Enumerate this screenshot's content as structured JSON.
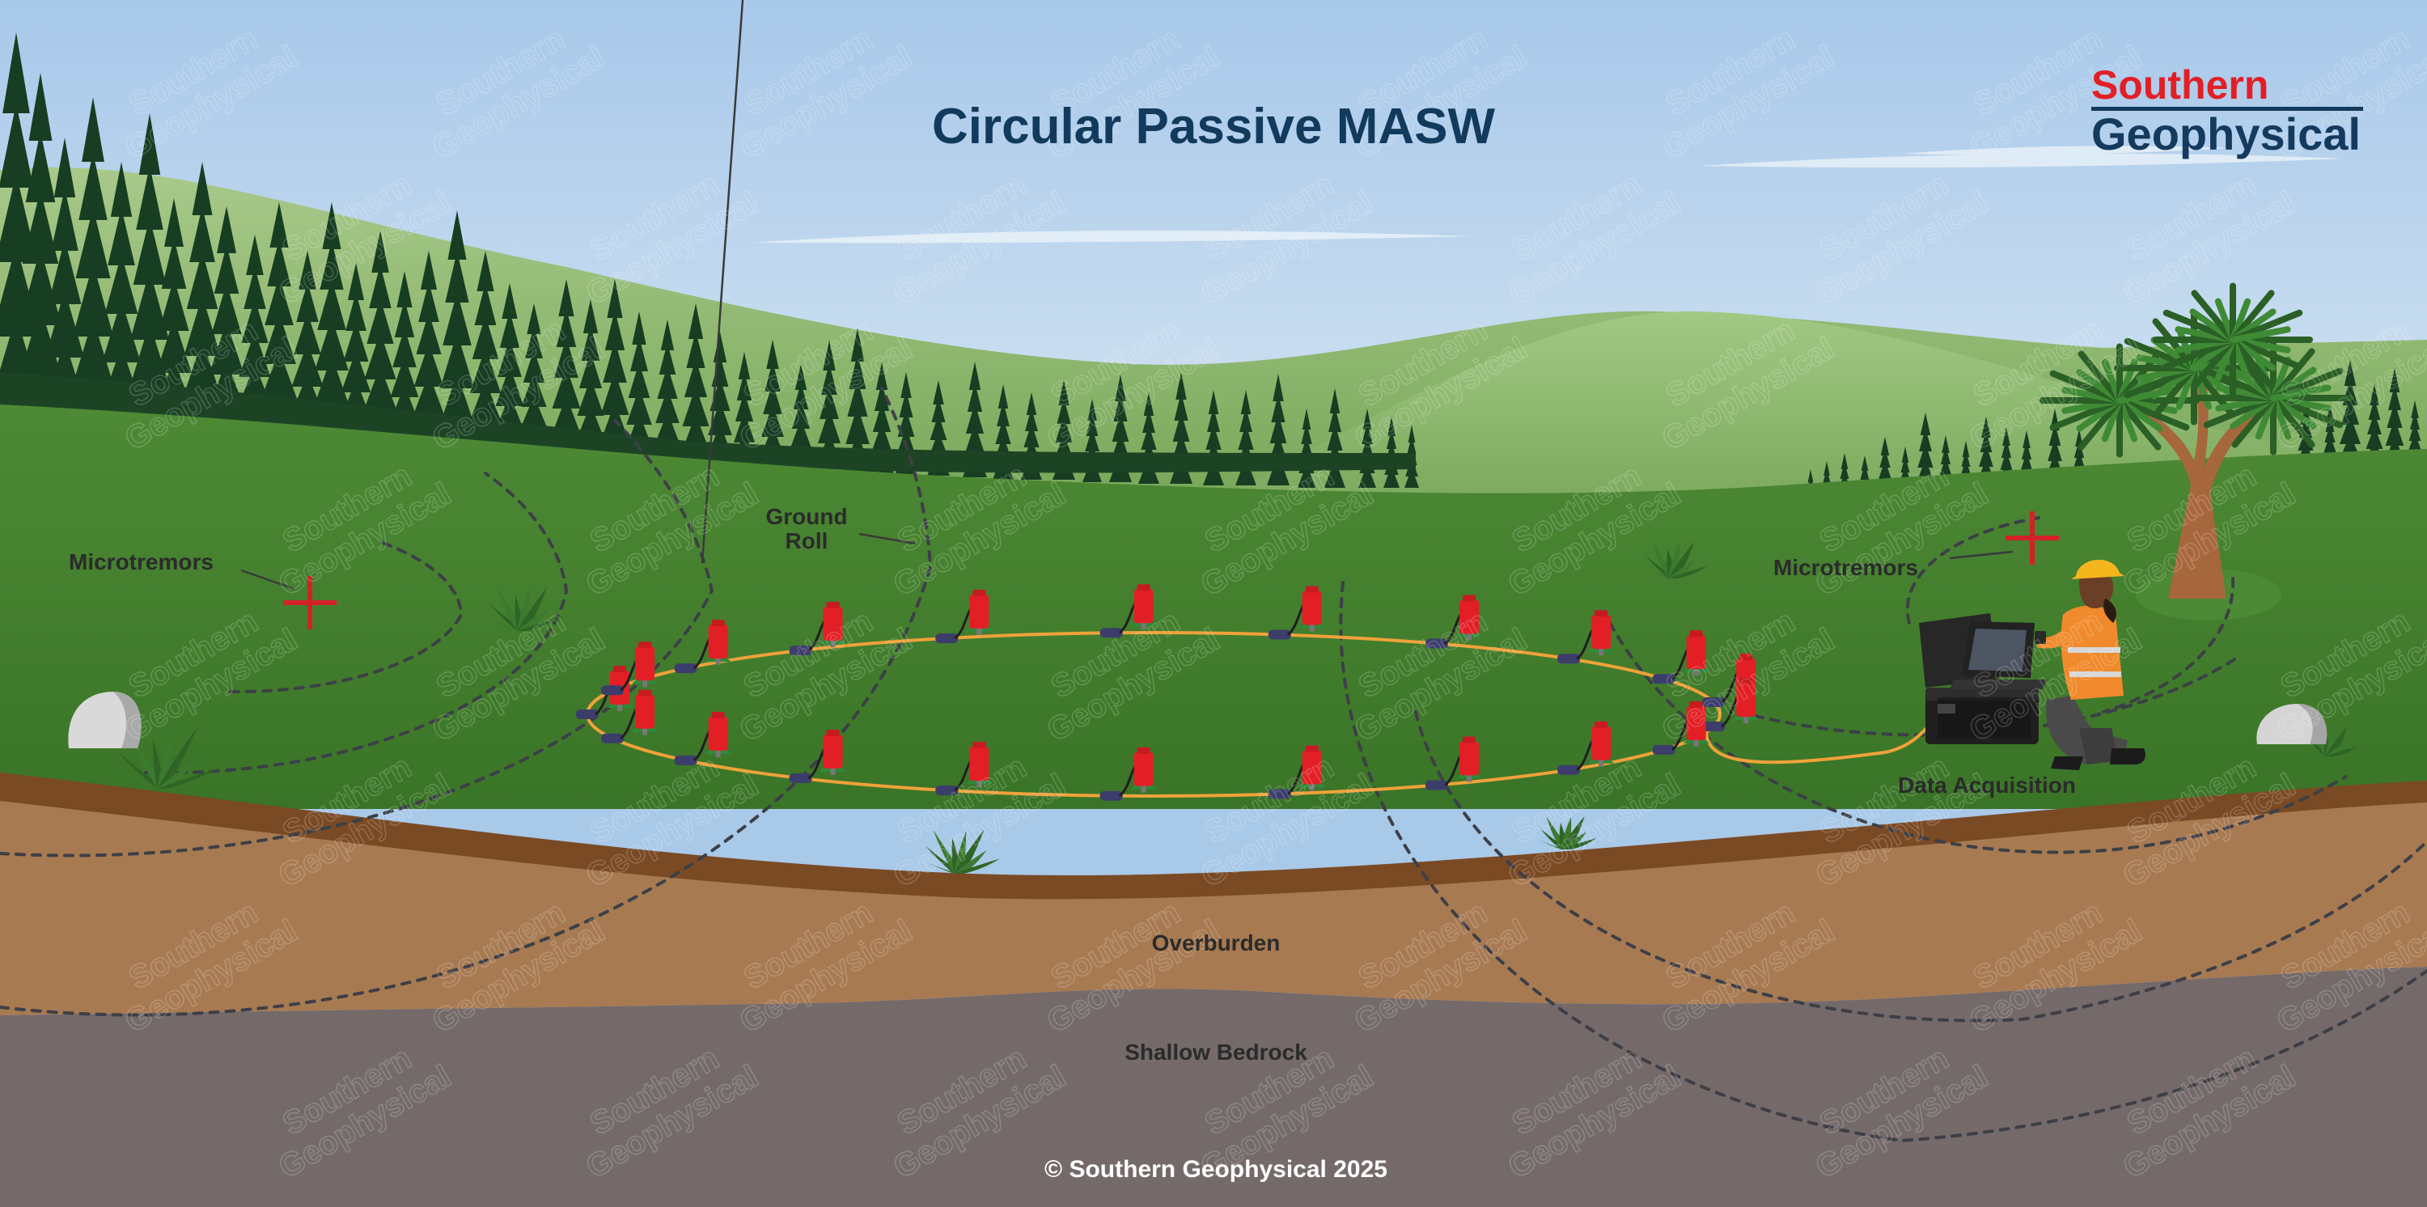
{
  "title": "Circular Passive MASW",
  "logo": {
    "line1": "Southern",
    "line2": "Geophysical"
  },
  "labels": {
    "microtremors_left": "Microtremors",
    "microtremors_right": "Microtremors",
    "ground_roll_line1": "Ground",
    "ground_roll_line2": "Roll",
    "data_acquisition": "Data Acquisition",
    "overburden": "Overburden",
    "shallow_bedrock": "Shallow Bedrock"
  },
  "copyright": "© Southern Geophysical 2025",
  "watermark": {
    "line1": "Southern",
    "line2": "Geophysical"
  },
  "colors": {
    "sky_top": "#a7c8ea",
    "sky_bottom": "#dbe8f2",
    "grass": "#3f7d2b",
    "forest": "#173d22",
    "topsoil": "#7a4a24",
    "overburden": "#a87a52",
    "bedrock": "#756a6a",
    "geophone": "#e31f26",
    "cable": "#f0a23a",
    "title": "#123a5c",
    "logo_red": "#e31f26",
    "logo_blue": "#143a5e"
  },
  "geophone_count": 21
}
